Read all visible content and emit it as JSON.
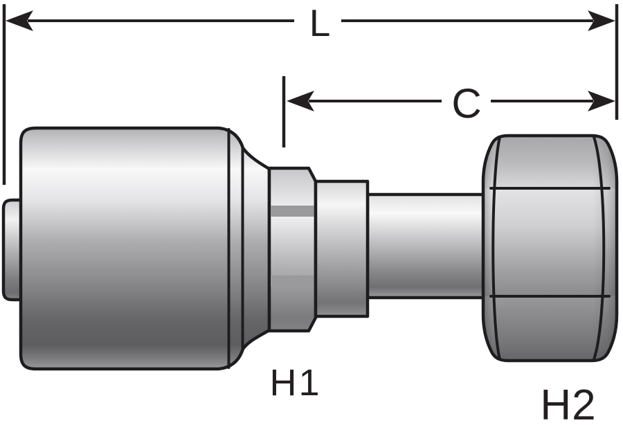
{
  "drawing": {
    "background_color": "#ffffff",
    "ink_color": "#231f20",
    "dimension_labels": {
      "overall": "L",
      "cutoff": "C",
      "hex1": "H1",
      "hex2": "H2"
    },
    "part_components": [
      "hose-stem",
      "crimp-shell",
      "bell-transition",
      "hex-flats-h1",
      "collar",
      "tube-shank",
      "swivel-nut-h2"
    ],
    "metal_colors": {
      "highlight": "#f8f8f9",
      "light": "#d4d4d6",
      "mid": "#a8a8aa",
      "dark": "#5e5e60"
    }
  }
}
